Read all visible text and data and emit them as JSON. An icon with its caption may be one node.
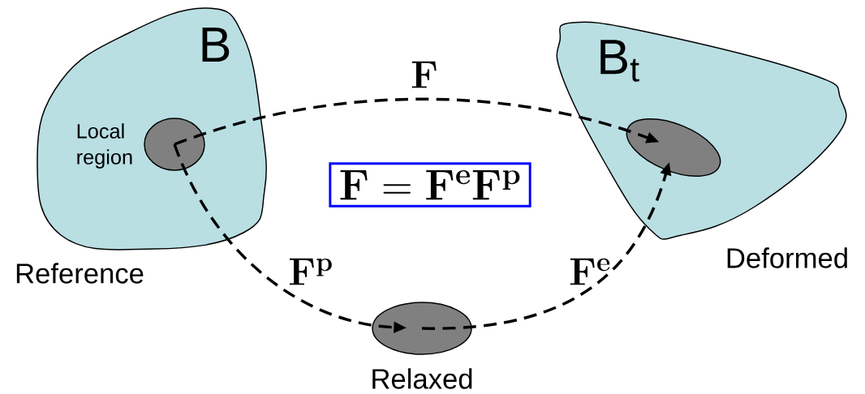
{
  "diagram": {
    "nodes": [
      {
        "text": [
          "B"
        ],
        "beside": [
          "Reference"
        ]
      },
      {
        "text": [],
        "shape": "ellipse",
        "in": 0,
        "beside": [
          "Local region"
        ]
      },
      {
        "text": [
          "B$_{t}$"
        ],
        "beside": [
          "Deformed"
        ]
      },
      {
        "text": [],
        "shape": "ellipse",
        "in": 2
      },
      {
        "text": [],
        "shape": "ellipse",
        "beside": [
          "Relaxed"
        ]
      },
      {
        "text": [
          "\\mathbf{F}=\\mathbf{F}^{\\mathbf{e}}\\mathbf{F}^{\\mathbf{p}}"
        ]
      }
    ],
    "edges": [
      {
        "from": 1,
        "to": 3,
        "arrow": "to",
        "label": "\\mathbf{F}",
        "style": "dashed"
      },
      {
        "from": 1,
        "to": 4,
        "arrow": "to",
        "label": "\\mathbf{F}^{\\mathbf{p}}",
        "style": "dashed"
      },
      {
        "from": 4,
        "to": 3,
        "arrow": "to",
        "label": "\\mathbf{F}^{\\mathbf{e}}",
        "style": "dashed"
      }
    ]
  }
}
